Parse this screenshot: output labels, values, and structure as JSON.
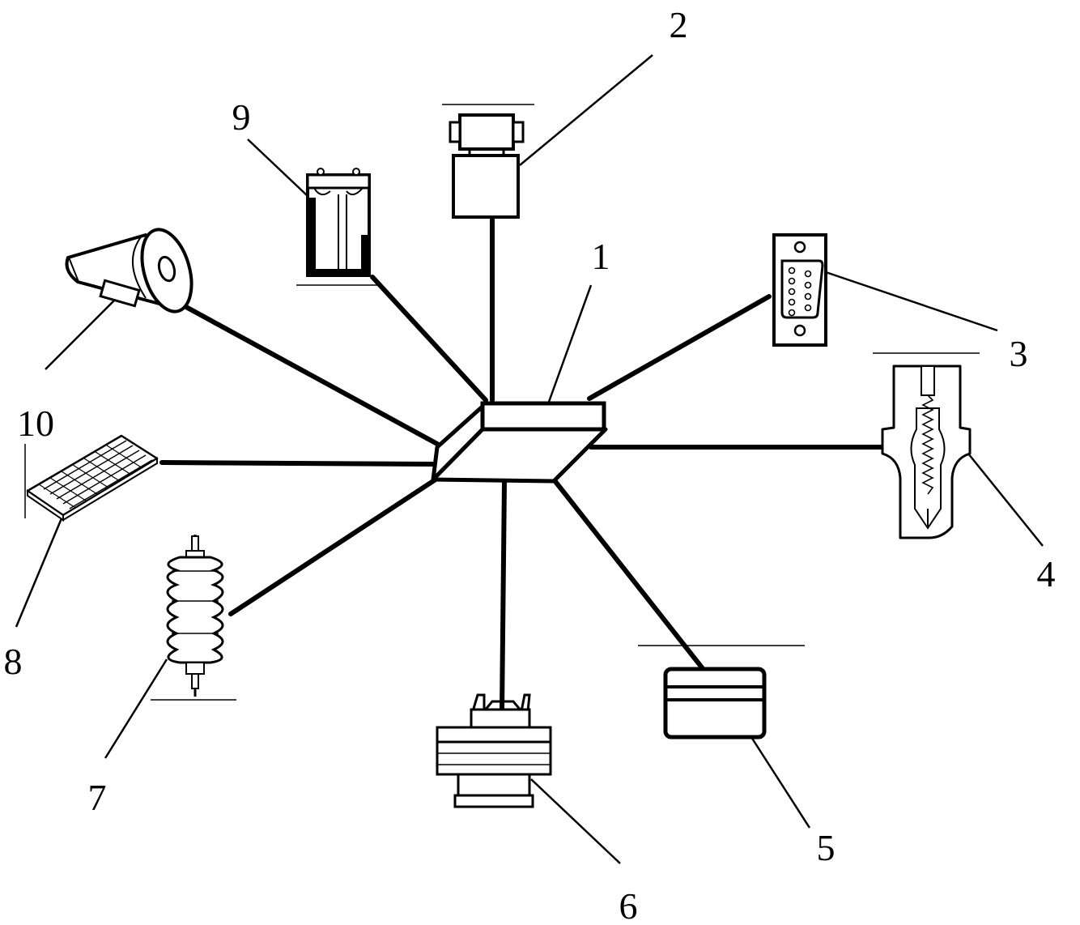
{
  "diagram": {
    "labels": {
      "hub": "1",
      "camera": "2",
      "serial_port": "3",
      "sensor": "4",
      "card": "5",
      "printer": "6",
      "arrester": "7",
      "keyboard": "8",
      "battery": "9",
      "speaker": "10",
      "keyboard_group": "10"
    }
  }
}
